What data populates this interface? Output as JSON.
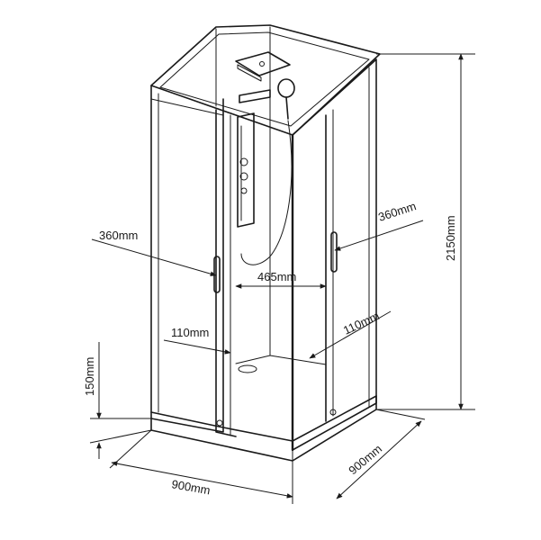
{
  "diagram": {
    "dimensions": {
      "side_panel_left": "360mm",
      "side_panel_right": "360mm",
      "door_opening": "465mm",
      "door_offset_left": "110mm",
      "door_offset_right": "110mm",
      "tray_height": "150mm",
      "total_height": "2150mm",
      "width_front": "900mm",
      "depth_side": "900mm"
    }
  }
}
